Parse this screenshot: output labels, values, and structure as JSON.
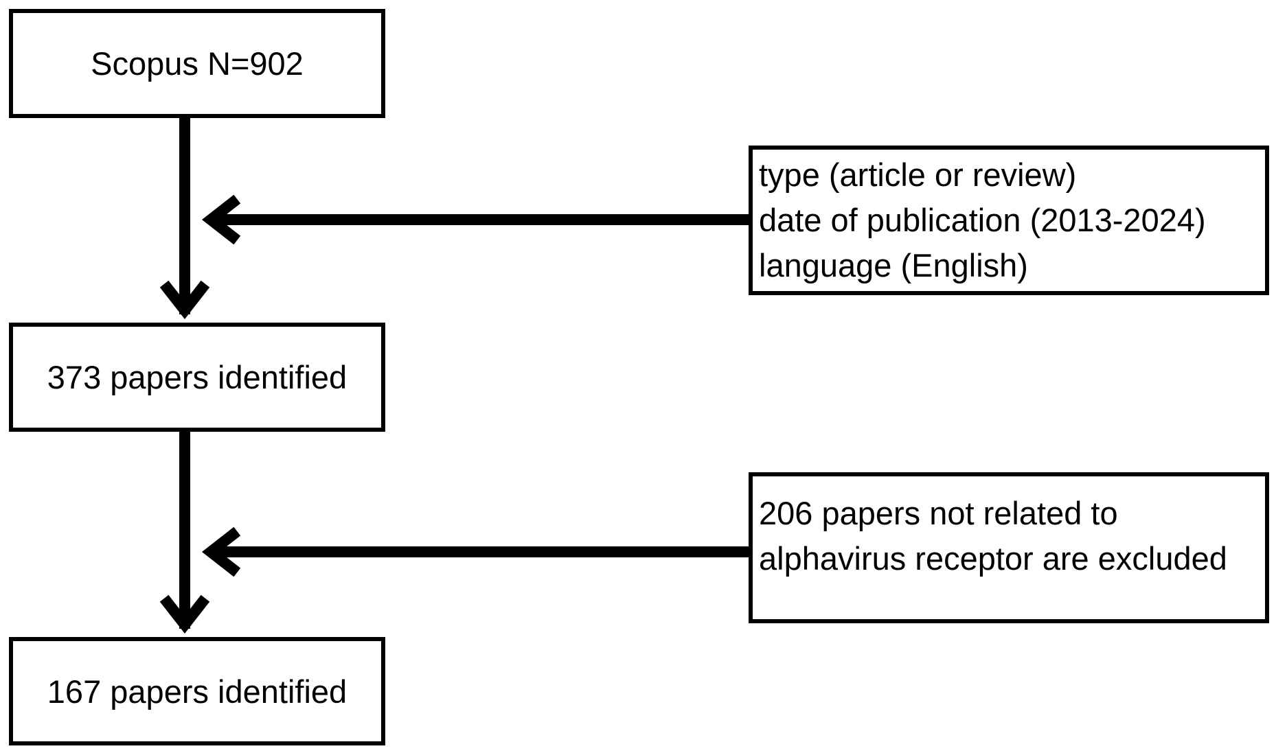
{
  "flowchart": {
    "nodes": {
      "scopus": {
        "label": "Scopus N=902"
      },
      "identified_373": {
        "label": "373 papers identified"
      },
      "identified_167": {
        "label": "167 papers identified"
      },
      "criteria": {
        "lines": [
          "type (article or review)",
          "date of publication (2013-2024)",
          "language (English)"
        ]
      },
      "excluded": {
        "lines": [
          "206 papers not related to",
          "alphavirus receptor are excluded"
        ]
      }
    },
    "edges": [
      {
        "from": "scopus",
        "to": "identified_373"
      },
      {
        "from": "identified_373",
        "to": "identified_167"
      },
      {
        "from": "criteria",
        "to": "scopus-to-373-line"
      },
      {
        "from": "excluded",
        "to": "373-to-167-line"
      }
    ],
    "colors": {
      "stroke": "#000000",
      "background": "#ffffff"
    }
  }
}
